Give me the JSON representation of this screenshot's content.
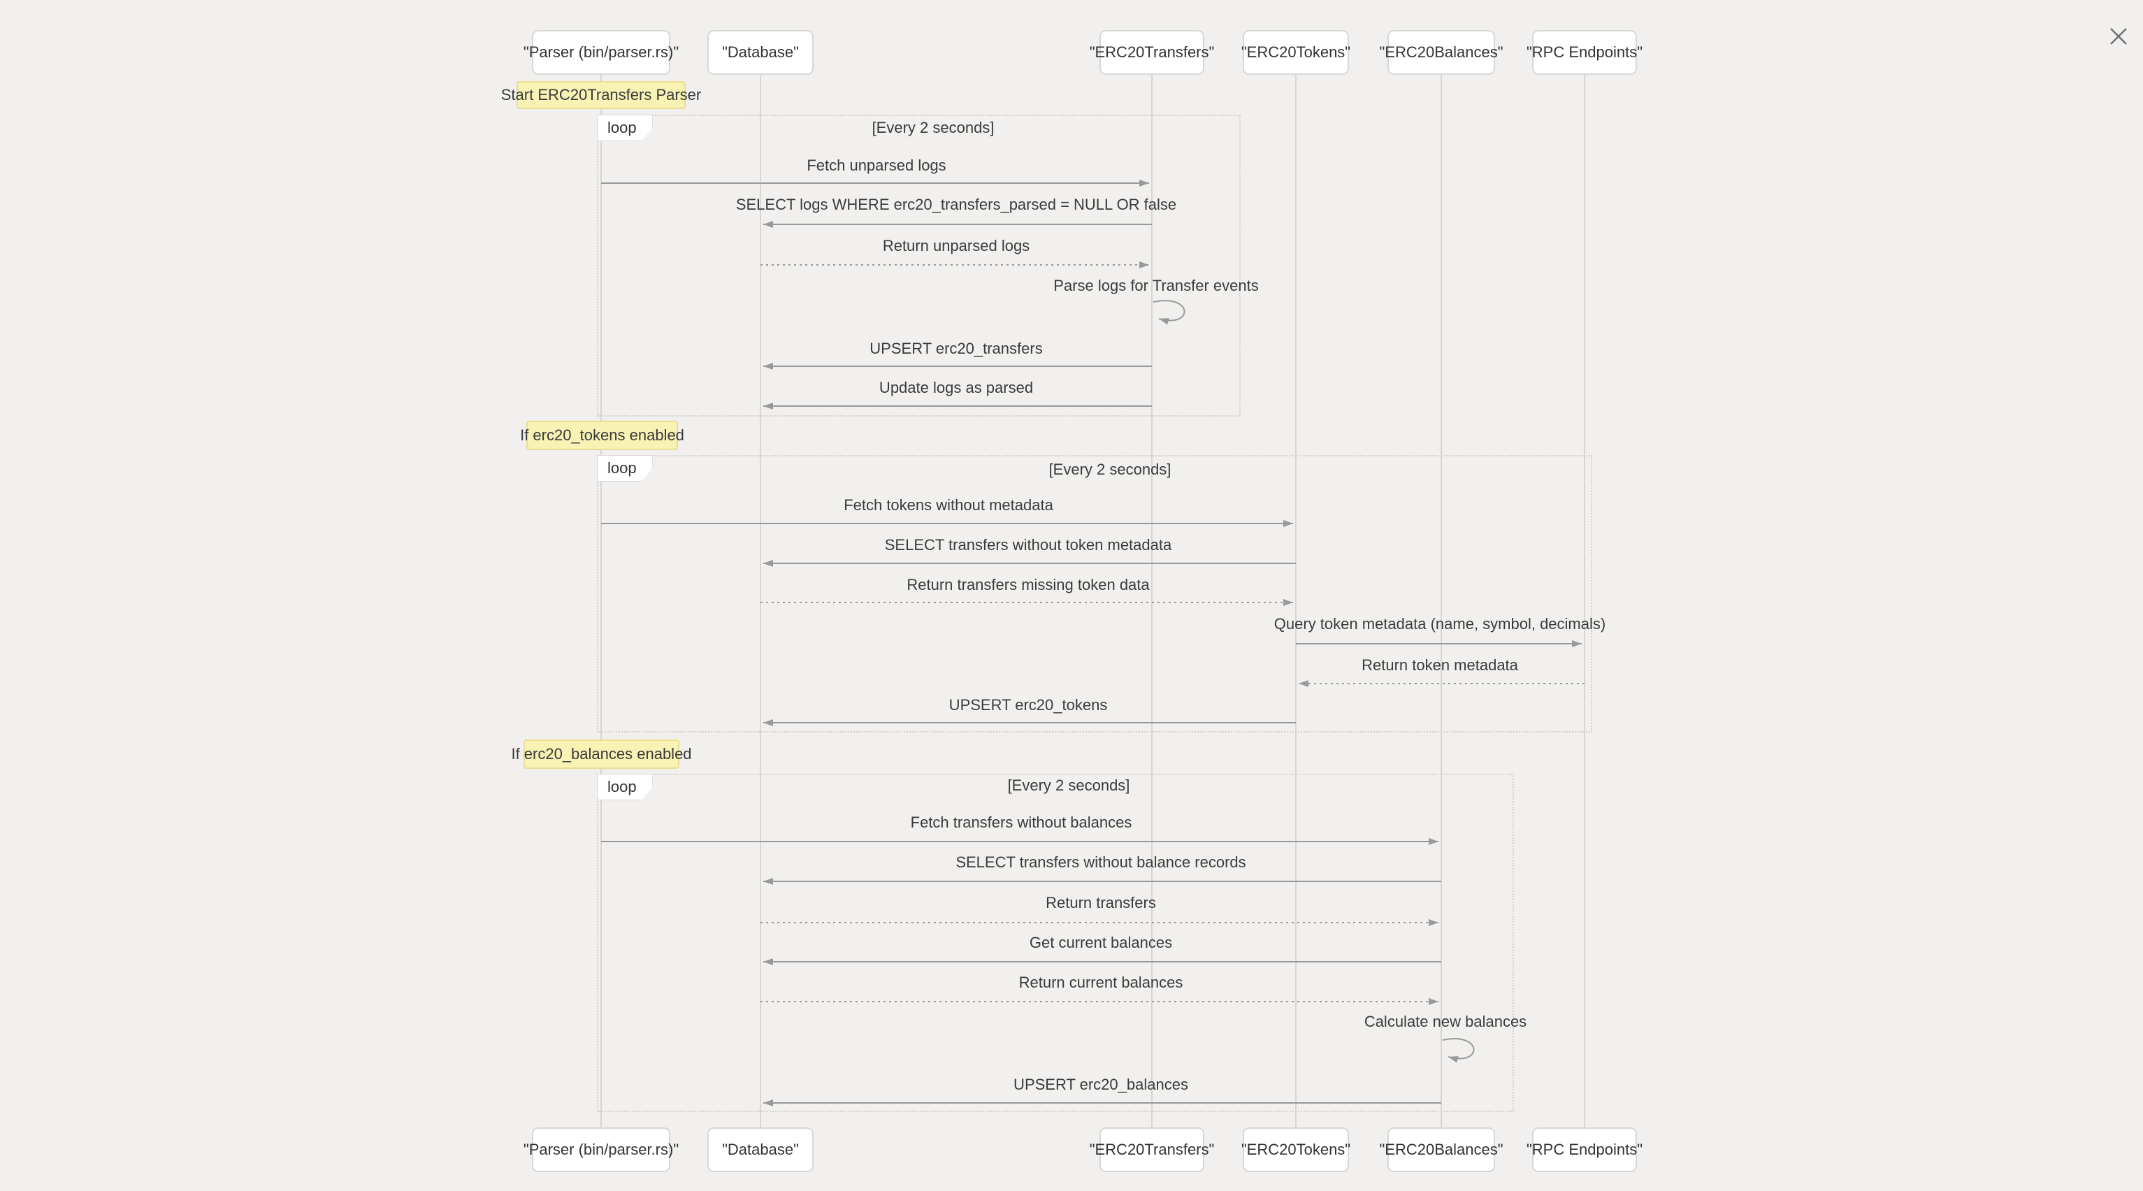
{
  "app": {
    "close_icon": "close-x"
  },
  "diagram": {
    "type": "sequence",
    "participants": [
      {
        "id": "parser",
        "label": "\"Parser (bin/parser.rs)\""
      },
      {
        "id": "database",
        "label": "\"Database\""
      },
      {
        "id": "transfers",
        "label": "\"ERC20Transfers\""
      },
      {
        "id": "tokens",
        "label": "\"ERC20Tokens\""
      },
      {
        "id": "balances",
        "label": "\"ERC20Balances\""
      },
      {
        "id": "rpc",
        "label": "\"RPC Endpoints\""
      }
    ],
    "notes": [
      {
        "text": "Start ERC20Transfers Parser",
        "over": "parser"
      },
      {
        "text": "If erc20_tokens enabled",
        "over": "parser"
      },
      {
        "text": "If erc20_balances enabled",
        "over": "parser"
      }
    ],
    "loops": [
      {
        "label": "loop",
        "condition": "[Every 2 seconds]"
      },
      {
        "label": "loop",
        "condition": "[Every 2 seconds]"
      },
      {
        "label": "loop",
        "condition": "[Every 2 seconds]"
      }
    ],
    "messages": [
      {
        "text": "Fetch unparsed logs",
        "from": "parser",
        "to": "transfers",
        "style": "solid"
      },
      {
        "text": "SELECT logs WHERE erc20_transfers_parsed = NULL OR false",
        "from": "transfers",
        "to": "database",
        "style": "solid"
      },
      {
        "text": "Return unparsed logs",
        "from": "database",
        "to": "transfers",
        "style": "dashed"
      },
      {
        "text": "Parse logs for Transfer events",
        "from": "transfers",
        "to": "transfers",
        "style": "self"
      },
      {
        "text": "UPSERT erc20_transfers",
        "from": "transfers",
        "to": "database",
        "style": "solid"
      },
      {
        "text": "Update logs as parsed",
        "from": "transfers",
        "to": "database",
        "style": "solid"
      },
      {
        "text": "Fetch tokens without metadata",
        "from": "parser",
        "to": "tokens",
        "style": "solid"
      },
      {
        "text": "SELECT transfers without token metadata",
        "from": "tokens",
        "to": "database",
        "style": "solid"
      },
      {
        "text": "Return transfers missing token data",
        "from": "database",
        "to": "tokens",
        "style": "dashed"
      },
      {
        "text": "Query token metadata (name, symbol, decimals)",
        "from": "tokens",
        "to": "rpc",
        "style": "solid"
      },
      {
        "text": "Return token metadata",
        "from": "rpc",
        "to": "tokens",
        "style": "dashed"
      },
      {
        "text": "UPSERT erc20_tokens",
        "from": "tokens",
        "to": "database",
        "style": "solid"
      },
      {
        "text": "Fetch transfers without balances",
        "from": "parser",
        "to": "balances",
        "style": "solid"
      },
      {
        "text": "SELECT transfers without balance records",
        "from": "balances",
        "to": "database",
        "style": "solid"
      },
      {
        "text": "Return transfers",
        "from": "database",
        "to": "balances",
        "style": "dashed"
      },
      {
        "text": "Get current balances",
        "from": "balances",
        "to": "database",
        "style": "solid"
      },
      {
        "text": "Return current balances",
        "from": "database",
        "to": "balances",
        "style": "dashed"
      },
      {
        "text": "Calculate new balances",
        "from": "balances",
        "to": "balances",
        "style": "self"
      },
      {
        "text": "UPSERT erc20_balances",
        "from": "balances",
        "to": "database",
        "style": "solid"
      }
    ],
    "colors": {
      "background": "#f1f0ee",
      "participant_fill": "#ffffff",
      "participant_border": "#d8d7d5",
      "note_fill": "#f8f2b4",
      "note_border": "#e8df93",
      "arrow": "#999999",
      "lifeline": "#d6d5d3",
      "loop_border": "#d2d1cf",
      "text": "#3b3b3b"
    }
  }
}
